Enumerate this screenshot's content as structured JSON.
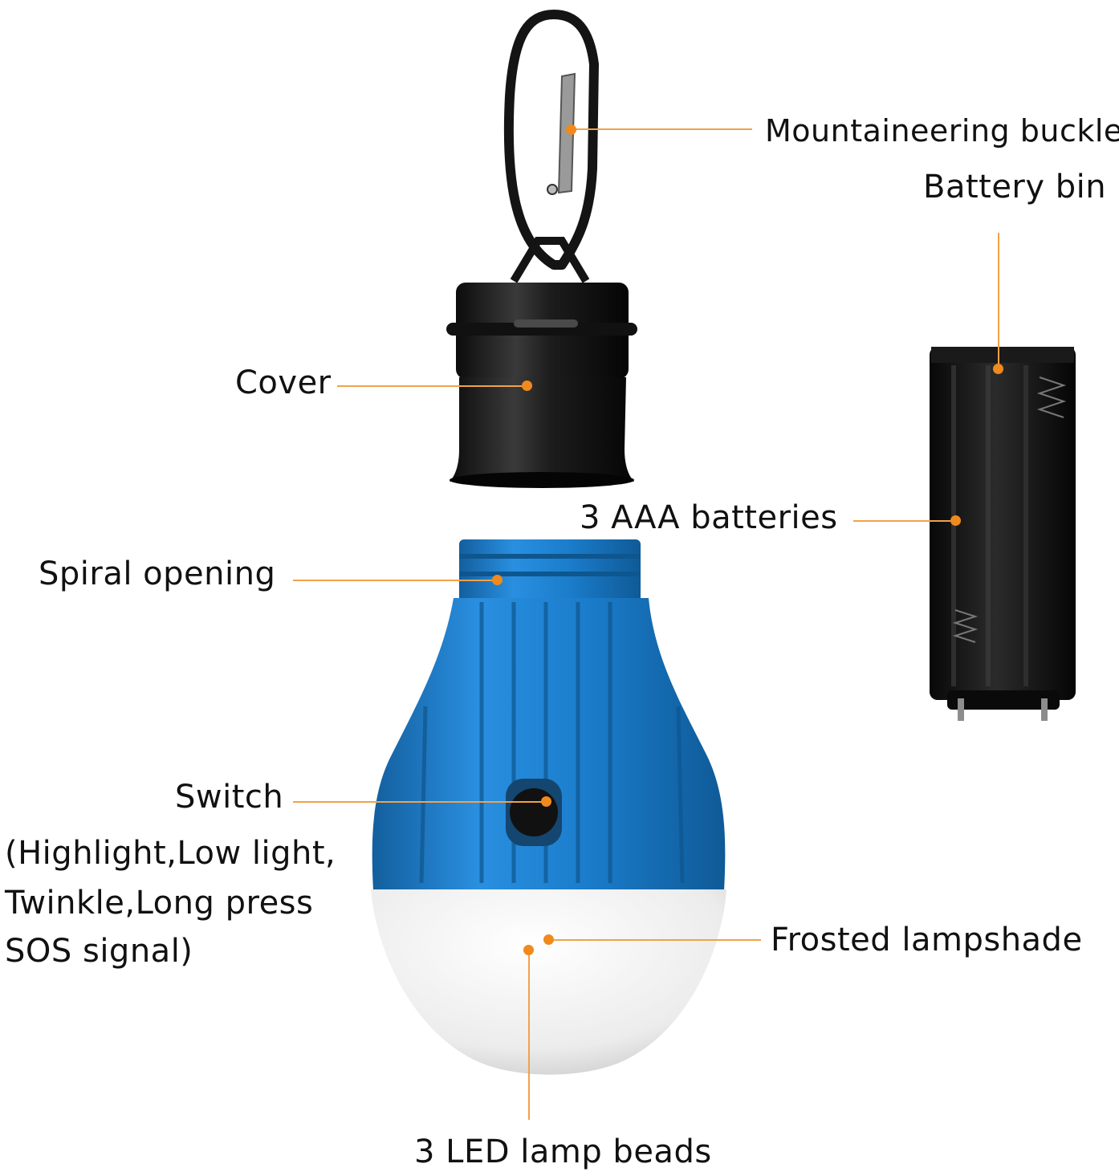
{
  "accent_color": "#f08a1c",
  "leader_color": "#f0a24a",
  "bulb_color": "#1a7fd0",
  "labels": {
    "mountaineering_buckle": "Mountaineering buckle",
    "battery_bin": "Battery bin",
    "cover": "Cover",
    "aaa_batteries": "3 AAA batteries",
    "spiral_opening": "Spiral opening",
    "switch": "Switch",
    "switch_detail_line1": "(Highlight,Low light,",
    "switch_detail_line2": "Twinkle,Long press",
    "switch_detail_line3": "SOS signal)",
    "frosted_lampshade": "Frosted lampshade",
    "led_beads": "3 LED lamp beads"
  },
  "parts": [
    {
      "name": "carabiner",
      "icon": "carabiner-icon"
    },
    {
      "name": "cover",
      "icon": "cap-icon"
    },
    {
      "name": "battery-holder",
      "icon": "battery-holder-icon"
    },
    {
      "name": "lamp-bulb",
      "icon": "bulb-icon"
    }
  ]
}
